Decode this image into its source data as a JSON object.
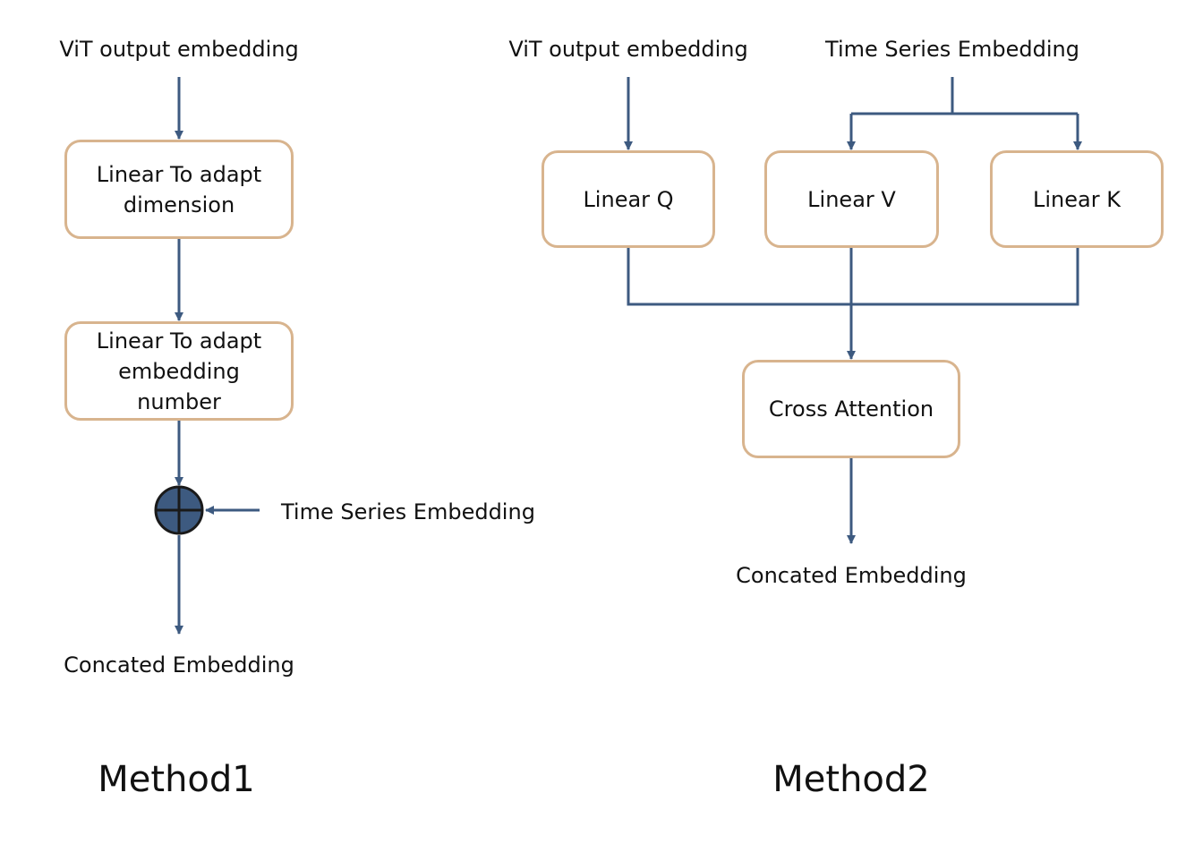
{
  "method1": {
    "input_label": "ViT output embedding",
    "box1": {
      "line1": "Linear To adapt",
      "line2": "dimension"
    },
    "box2": {
      "line1": "Linear To adapt",
      "line2": "embedding",
      "line3": "number"
    },
    "side_input_label": "Time Series Embedding",
    "output_label": "Concated Embedding",
    "title": "Method1"
  },
  "method2": {
    "input_label_vit": "ViT output embedding",
    "input_label_ts": "Time Series Embedding",
    "box_q": "Linear Q",
    "box_v": "Linear V",
    "box_k": "Linear K",
    "box_attention": "Cross Attention",
    "output_label": "Concated Embedding",
    "title": "Method2"
  },
  "colors": {
    "arrow": "#3d5a80",
    "box_border": "#d8b48e",
    "add_node_fill": "#3d5a80"
  }
}
